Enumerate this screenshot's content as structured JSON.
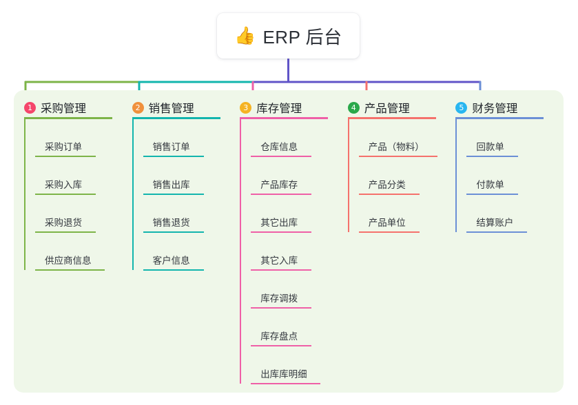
{
  "root": {
    "emoji": "👍",
    "emoji_name": "thumbs-up-emoji",
    "title": "ERP 后台"
  },
  "palette": {
    "canvas_background": "#ffffff",
    "board_background": "#eff7e9",
    "root_card_background": "#ffffff",
    "root_title_color": "#2b2f36",
    "trunk_color": "#6054c8",
    "bus_left_color": "#7db448",
    "bus_mid_color": "#12b5ad",
    "bus_right_color": "#6054c8"
  },
  "columns": [
    {
      "index": "1",
      "badge_number": "1",
      "badge_color": "#f5466b",
      "title": "采购管理",
      "accent": "#7db448",
      "drop_color": "#7db448",
      "items": [
        {
          "label": "采购订单",
          "rule_width": 88
        },
        {
          "label": "采购入库",
          "rule_width": 88
        },
        {
          "label": "采购退货",
          "rule_width": 88
        },
        {
          "label": "供应商信息",
          "rule_width": 101
        }
      ]
    },
    {
      "index": "2",
      "badge_number": "2",
      "badge_color": "#f0913c",
      "title": "销售管理",
      "accent": "#12b5ad",
      "drop_color": "#12b5ad",
      "items": [
        {
          "label": "销售订单",
          "rule_width": 88
        },
        {
          "label": "销售出库",
          "rule_width": 88
        },
        {
          "label": "销售退货",
          "rule_width": 88
        },
        {
          "label": "客户信息",
          "rule_width": 88
        }
      ]
    },
    {
      "index": "3",
      "badge_number": "3",
      "badge_color": "#f5b323",
      "title": "库存管理",
      "accent": "#ef5fa7",
      "drop_color": "#ef5fa7",
      "items": [
        {
          "label": "仓库信息",
          "rule_width": 88
        },
        {
          "label": "产品库存",
          "rule_width": 88
        },
        {
          "label": "其它出库",
          "rule_width": 88
        },
        {
          "label": "其它入库",
          "rule_width": 88
        },
        {
          "label": "库存调拨",
          "rule_width": 88
        },
        {
          "label": "库存盘点",
          "rule_width": 88
        },
        {
          "label": "出库库明细",
          "rule_width": 101
        }
      ]
    },
    {
      "index": "4",
      "badge_number": "4",
      "badge_color": "#2aa84a",
      "title": "产品管理",
      "accent": "#f5716c",
      "drop_color": "#f5716c",
      "items": [
        {
          "label": "产品（物料）",
          "rule_width": 114
        },
        {
          "label": "产品分类",
          "rule_width": 88
        },
        {
          "label": "产品单位",
          "rule_width": 88
        }
      ]
    },
    {
      "index": "5",
      "badge_number": "5",
      "badge_color": "#29b6f0",
      "title": "财务管理",
      "accent": "#6b8fd6",
      "drop_color": "#6b8fd6",
      "items": [
        {
          "label": "回款单",
          "rule_width": 75
        },
        {
          "label": "付款单",
          "rule_width": 75
        },
        {
          "label": "结算账户",
          "rule_width": 88
        }
      ]
    }
  ]
}
